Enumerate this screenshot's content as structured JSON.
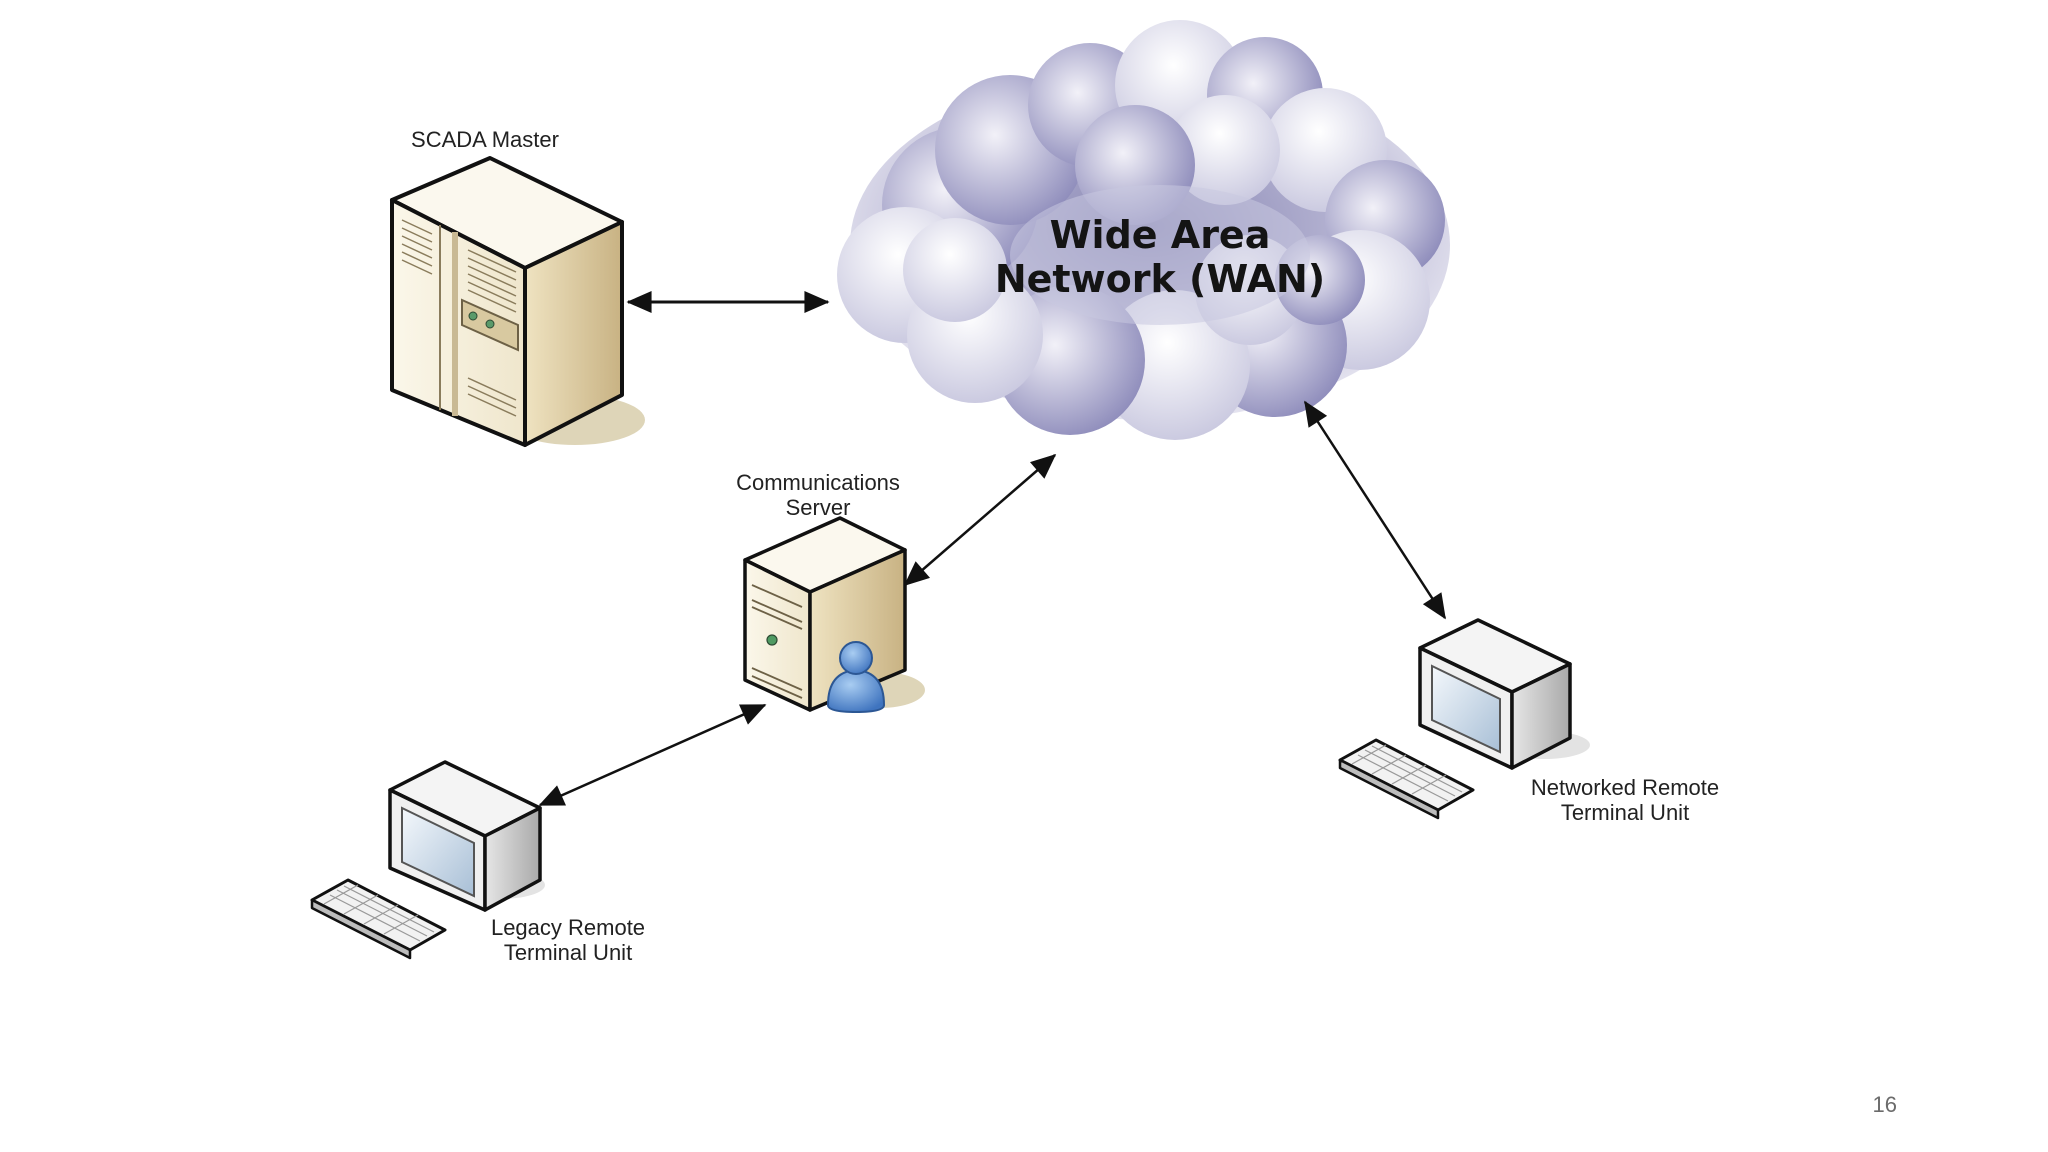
{
  "slide": {
    "page_number": "16"
  },
  "nodes": {
    "scada_master": {
      "label": "SCADA Master"
    },
    "wan": {
      "title_line1": "Wide Area",
      "title_line2": "Network (WAN)"
    },
    "comms_server": {
      "label_line1": "Communications",
      "label_line2": "Server"
    },
    "legacy_rtu": {
      "label_line1": "Legacy Remote",
      "label_line2": "Terminal Unit"
    },
    "networked_rtu": {
      "label_line1": "Networked Remote",
      "label_line2": "Terminal Unit"
    }
  },
  "links": [
    {
      "from": "scada_master",
      "to": "wan",
      "direction": "bidirectional"
    },
    {
      "from": "comms_server",
      "to": "wan",
      "direction": "bidirectional"
    },
    {
      "from": "legacy_rtu",
      "to": "comms_server",
      "direction": "bidirectional"
    },
    {
      "from": "networked_rtu",
      "to": "wan",
      "direction": "bidirectional"
    }
  ],
  "colors": {
    "cloud_dark": "#7a78aa",
    "cloud_light": "#eceaf4",
    "server_cream": "#f3ecd6",
    "server_tan": "#c9b58a",
    "user_blue": "#5b8fd0",
    "outline": "#111111"
  },
  "icons": {
    "scada_master": "tower-server-icon",
    "wan": "cloud-icon",
    "comms_server": "server-with-user-icon",
    "legacy_rtu": "desktop-computer-icon",
    "networked_rtu": "desktop-computer-icon"
  }
}
